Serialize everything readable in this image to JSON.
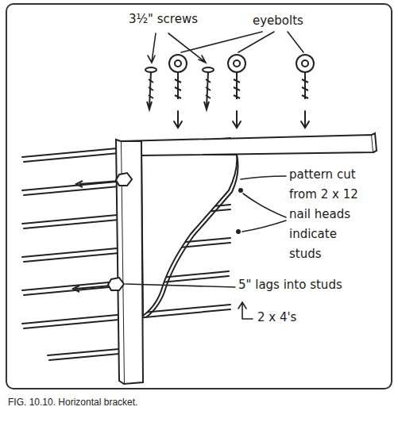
{
  "diagram": {
    "caption": "FIG. 10.10. Horizontal bracket.",
    "labels": [
      "3½\" screws",
      "eyebolts",
      "pattern cut from 2 x 12",
      "nail heads indicate studs",
      "5\" lags into studs",
      "2 x 4's"
    ]
  }
}
